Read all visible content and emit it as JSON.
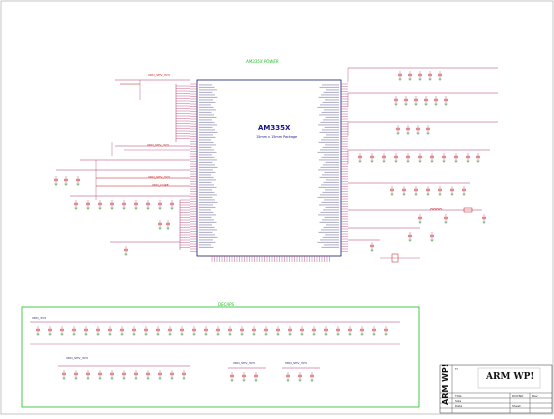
{
  "sheet": {
    "section_power": "AM335X POWER",
    "section_decaps": "DECAPS",
    "chip_name": "AM335X",
    "chip_package": "15mm x 15mm Package",
    "net_labels": {
      "top_left_rail": "VDD_SHV_3V3",
      "mid_left_rail": "VDD_SHV_3V3",
      "left_red_1": "VDD_SHV_3V3",
      "left_red_2": "VDD_CORE",
      "bottom_group_1": "VDD_SHV_3V3",
      "bottom_group_2": "VDD_SHV_3V3",
      "bottom_group_3": "VDD_SHV_3V3",
      "decap_rail": "VDD_3V3"
    },
    "title_block": {
      "logo_text": "ARM WP!",
      "side_logo": "ARM WP!",
      "company": "TI",
      "doc_label": "Title",
      "doc_number": "DOCNO",
      "sheet_label": "Sheet",
      "rev_label": "Rev",
      "size_label": "Size",
      "date_label": "Date"
    },
    "colors": {
      "wire": "#b03a6b",
      "component": "#c21818",
      "chip_border": "#1a1a6e",
      "section_box": "#1bbf1b",
      "ground": "#2a8a2a"
    }
  }
}
